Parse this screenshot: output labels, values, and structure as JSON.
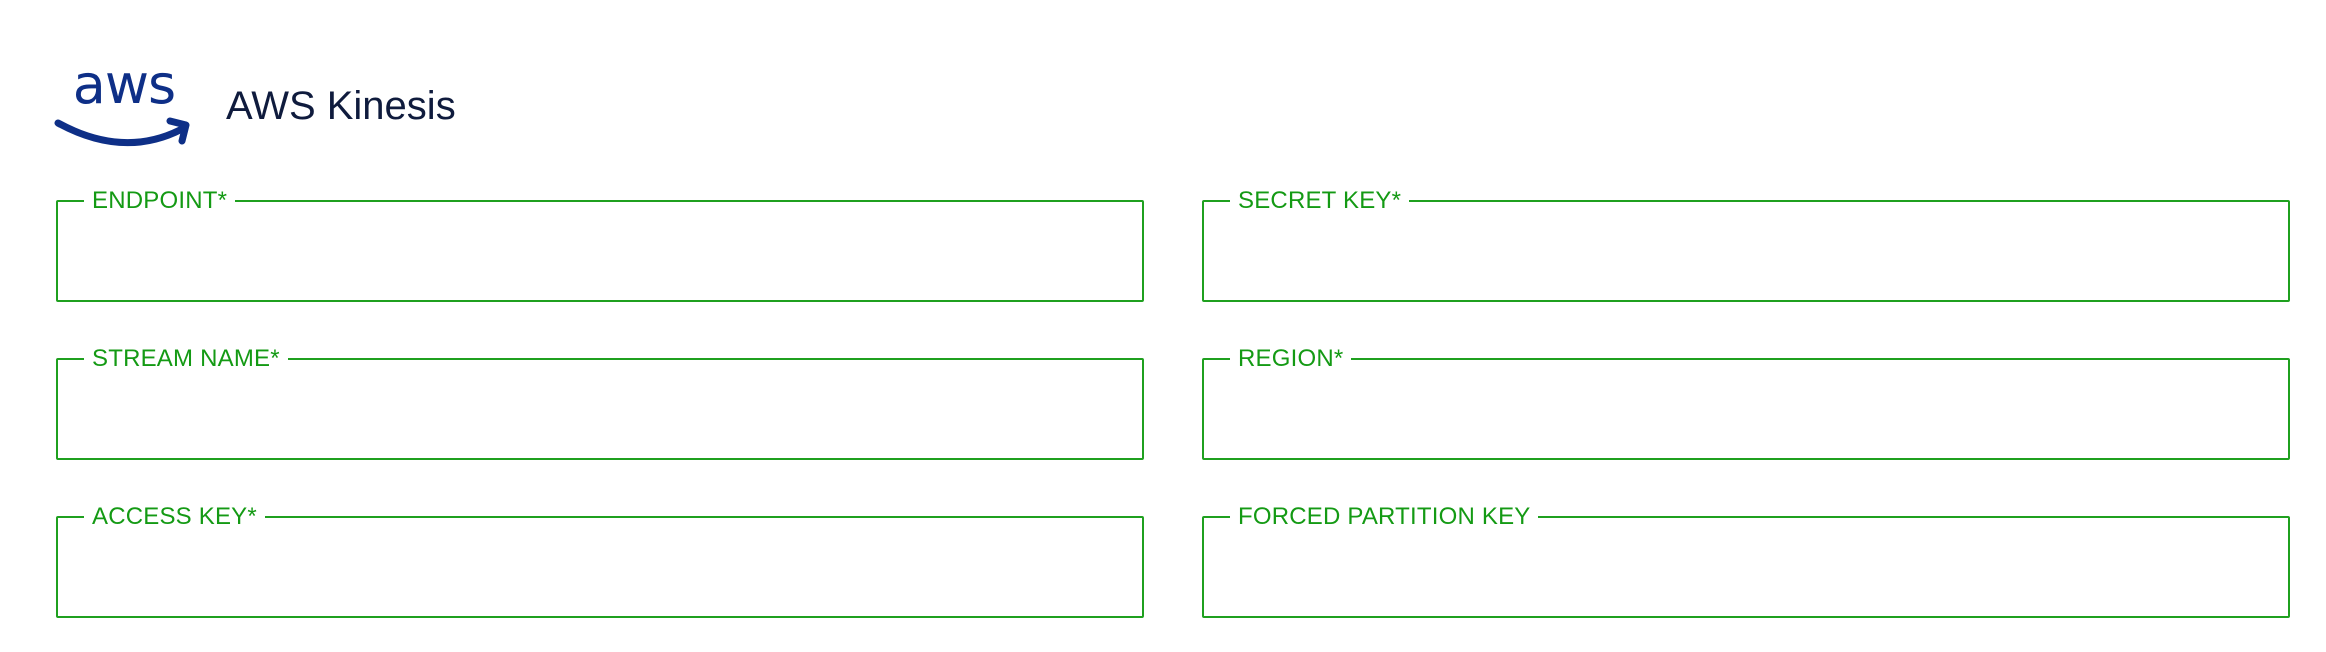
{
  "header": {
    "logo_text": "aws",
    "title": "AWS Kinesis"
  },
  "form": {
    "fields": [
      {
        "label": "ENDPOINT*",
        "value": "",
        "placeholder": ""
      },
      {
        "label": "SECRET KEY*",
        "value": "",
        "placeholder": ""
      },
      {
        "label": "STREAM NAME*",
        "value": "",
        "placeholder": ""
      },
      {
        "label": "REGION*",
        "value": "",
        "placeholder": ""
      },
      {
        "label": "ACCESS KEY*",
        "value": "",
        "placeholder": ""
      },
      {
        "label": "FORCED PARTITION KEY",
        "value": "",
        "placeholder": ""
      }
    ]
  },
  "colors": {
    "field_border": "#1fa01f",
    "field_label": "#149a14",
    "logo_blue": "#0e2f87",
    "title_text": "#0f1b3d"
  }
}
